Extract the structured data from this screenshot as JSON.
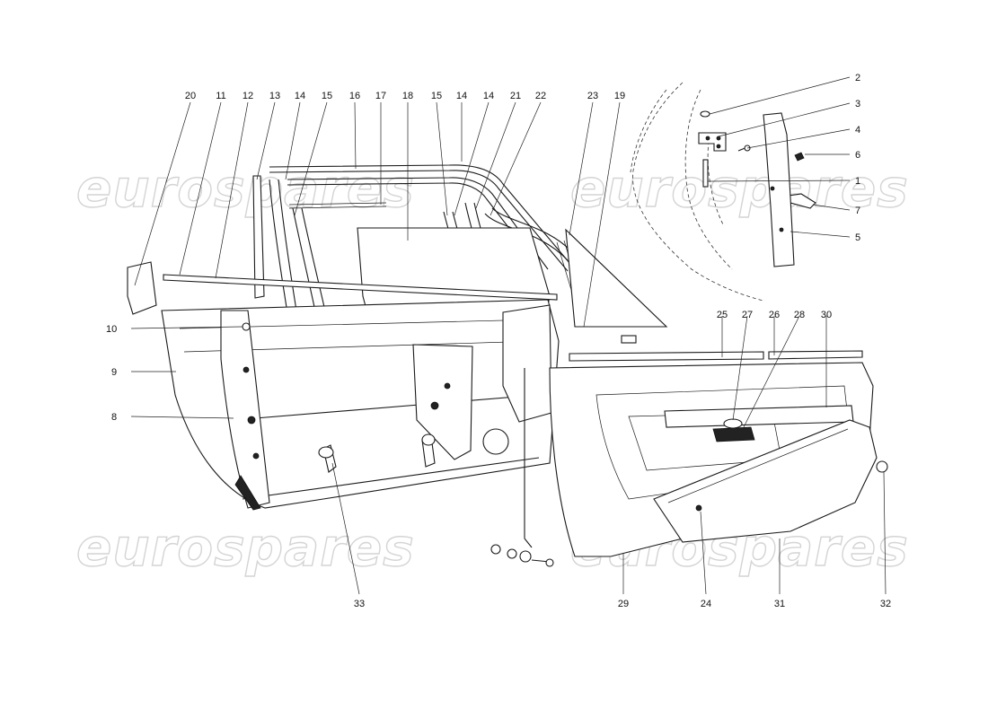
{
  "watermark": "eurospares",
  "callouts": [
    {
      "label": "20",
      "part": "door-front-trim-piece"
    },
    {
      "label": "11",
      "part": "door-upper-sill-strip"
    },
    {
      "label": "12",
      "part": "door-upper-sill-channel"
    },
    {
      "label": "13",
      "part": "vertical-seal-strip"
    },
    {
      "label": "14",
      "part": "window-guide-channel"
    },
    {
      "label": "15",
      "part": "window-run-channel"
    },
    {
      "label": "16",
      "part": "window-frame-seal"
    },
    {
      "label": "17",
      "part": "window-frame-inner-seal"
    },
    {
      "label": "18",
      "part": "door-window-glass"
    },
    {
      "label": "15",
      "part": "rear-window-run-channel"
    },
    {
      "label": "14",
      "part": "rear-guide-channel-screw"
    },
    {
      "label": "14",
      "part": "rear-guide-channel"
    },
    {
      "label": "21",
      "part": "rear-frame-channel"
    },
    {
      "label": "22",
      "part": "rear-frame-seal"
    },
    {
      "label": "23",
      "part": "quarter-window-glass"
    },
    {
      "label": "19",
      "part": "quarter-window-frame"
    },
    {
      "label": "2",
      "part": "hinge-washer"
    },
    {
      "label": "3",
      "part": "door-hinge"
    },
    {
      "label": "4",
      "part": "hinge-bolt"
    },
    {
      "label": "6",
      "part": "hinge-nut"
    },
    {
      "label": "1",
      "part": "hinge-pin"
    },
    {
      "label": "7",
      "part": "door-check-strap"
    },
    {
      "label": "5",
      "part": "hinge-pillar-cover"
    },
    {
      "label": "10",
      "part": "door-bolt"
    },
    {
      "label": "9",
      "part": "door-shell"
    },
    {
      "label": "8",
      "part": "door-inner-panel"
    },
    {
      "label": "33",
      "part": "door-lock-knob"
    },
    {
      "label": "25",
      "part": "sill-seal-strip"
    },
    {
      "label": "27",
      "part": "interior-handle-bezel"
    },
    {
      "label": "26",
      "part": "rear-sill-seal-strip"
    },
    {
      "label": "28",
      "part": "interior-door-handle"
    },
    {
      "label": "30",
      "part": "armrest-panel"
    },
    {
      "label": "29",
      "part": "door-trim-panel"
    },
    {
      "label": "24",
      "part": "door-pocket-screw"
    },
    {
      "label": "31",
      "part": "door-pocket"
    },
    {
      "label": "32",
      "part": "trim-panel-clip"
    }
  ]
}
